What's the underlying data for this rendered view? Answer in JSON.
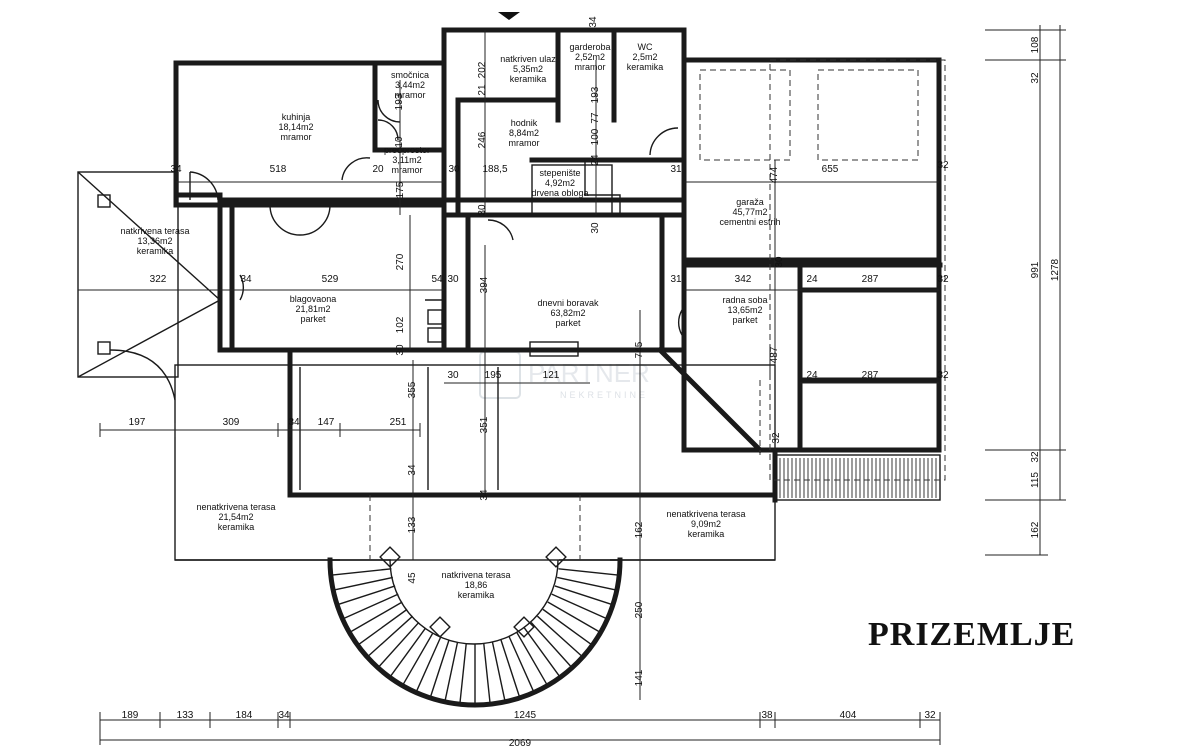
{
  "title": "PRIZEMLJE",
  "watermark": {
    "brand": "PARTNER",
    "sub": "NEKRETNINE"
  },
  "rooms": {
    "smocnica": {
      "lines": [
        "smočnica",
        "3,44m2",
        "mramor"
      ]
    },
    "kuhinja": {
      "lines": [
        "kuhinja",
        "18,14m2",
        "mramor"
      ]
    },
    "ulaz": {
      "lines": [
        "natkriven ulaz",
        "5,35m2",
        "keramika"
      ]
    },
    "garderoba": {
      "lines": [
        "garderoba",
        "2,52m2",
        "mramor"
      ]
    },
    "wc": {
      "lines": [
        "WC",
        "2,5m2",
        "keramika"
      ]
    },
    "hodnik": {
      "lines": [
        "hodnik",
        "8,84m2",
        "mramor"
      ]
    },
    "predprostor": {
      "lines": [
        "predprostor",
        "3,11m2",
        "mramor"
      ]
    },
    "stepeniste": {
      "lines": [
        "stepenište",
        "4,92m2",
        "drvena obloga"
      ]
    },
    "garaza": {
      "lines": [
        "garaža",
        "45,77m2",
        "cementni estrih"
      ]
    },
    "terasa_w": {
      "lines": [
        "natkrivena terasa",
        "13,36m2",
        "keramika"
      ]
    },
    "blagovaona": {
      "lines": [
        "blagovaona",
        "21,81m2",
        "parket"
      ]
    },
    "boravak": {
      "lines": [
        "dnevni boravak",
        "63,82m2",
        "parket"
      ]
    },
    "radna_soba": {
      "lines": [
        "radna soba",
        "13,65m2",
        "parket"
      ]
    },
    "terasa_sw": {
      "lines": [
        "nenatkrivena terasa",
        "21,54m2",
        "keramika"
      ]
    },
    "terasa_se": {
      "lines": [
        "nenatkrivena terasa",
        "9,09m2",
        "keramika"
      ]
    },
    "terasa_south": {
      "lines": [
        "natkrivena terasa",
        "18,86",
        "keramika"
      ]
    }
  },
  "dims": {
    "top_34": "34",
    "d202": "202",
    "d21": "21",
    "d193": "193",
    "d77": "77",
    "d100": "100",
    "d246": "246",
    "d10": "10",
    "d193b": "193",
    "d34k": "34",
    "d518": "518",
    "d20": "20",
    "d175": "175",
    "d30a": "30",
    "d1885": "188,5",
    "d24": "24",
    "d31a": "31",
    "d474": "474",
    "d655": "655",
    "d32a": "32",
    "d30b": "30",
    "d30c": "30",
    "d322": "322",
    "d34b": "34",
    "d529": "529",
    "d270": "270",
    "d54": "54",
    "d30d": "30",
    "d394": "394",
    "d31b": "31",
    "d342": "342",
    "d30e": "30",
    "d24b": "24",
    "d287a": "287",
    "d32b": "32",
    "d102": "102",
    "d30f": "30",
    "d745": "745",
    "d487": "487",
    "d355": "355",
    "d30g": "30",
    "d195": "195",
    "d121": "121",
    "d24c": "24",
    "d287b": "287",
    "d32c": "32",
    "d197": "197",
    "d309": "309",
    "d34c": "34",
    "d147": "147",
    "d251": "251",
    "d351": "351",
    "d32d": "32",
    "d34d": "34",
    "d34e": "34",
    "d133": "133",
    "d162": "162",
    "d45": "45",
    "d250": "250",
    "d141": "141",
    "r108": "108",
    "r32a": "32",
    "r991": "991",
    "r1278": "1278",
    "r32b": "32",
    "r115": "115",
    "r162": "162",
    "b189": "189",
    "b133": "133",
    "b184": "184",
    "b34": "34",
    "b1245": "1245",
    "b38": "38",
    "b404": "404",
    "b32": "32",
    "b2069": "2069"
  }
}
